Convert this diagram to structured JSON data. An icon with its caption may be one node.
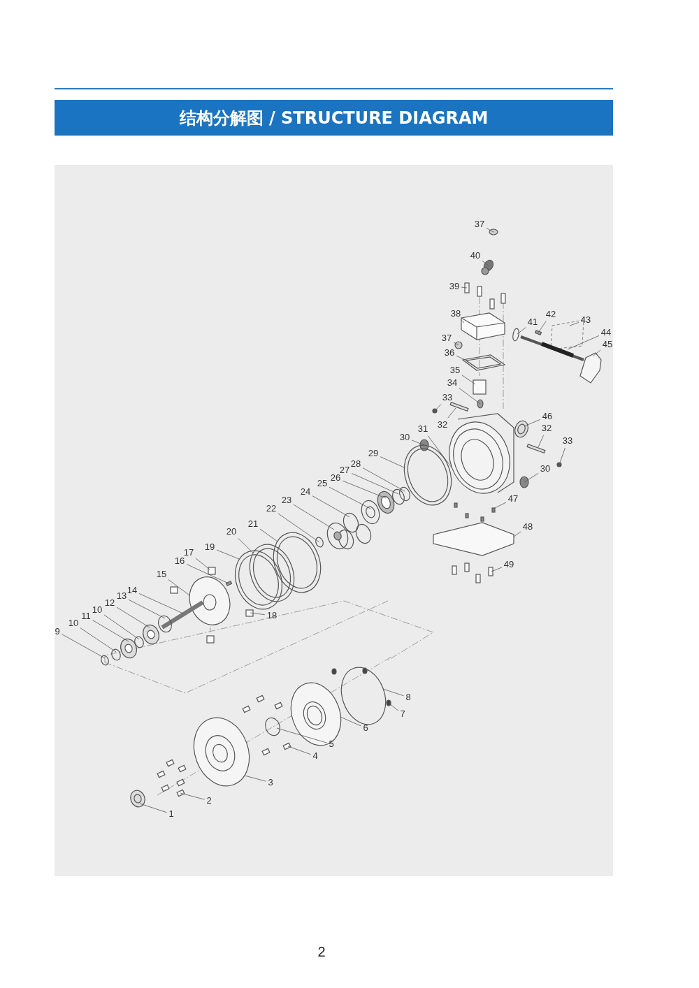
{
  "diagram": {
    "title": "结构分解图 / STRUCTURE DIAGRAM",
    "nodes": [
      {
        "text": [
          "37"
        ]
      },
      {
        "text": [
          "40"
        ]
      },
      {
        "text": [
          "39"
        ]
      },
      {
        "text": [
          "38"
        ]
      },
      {
        "text": [
          "41"
        ]
      },
      {
        "text": [
          "42"
        ]
      },
      {
        "text": [
          "43"
        ]
      },
      {
        "text": [
          "44"
        ]
      },
      {
        "text": [
          "45"
        ]
      },
      {
        "text": [
          "37"
        ]
      },
      {
        "text": [
          "36"
        ]
      },
      {
        "text": [
          "35"
        ]
      },
      {
        "text": [
          "34"
        ]
      },
      {
        "text": [
          "33"
        ]
      },
      {
        "text": [
          "32"
        ]
      },
      {
        "text": [
          "31"
        ]
      },
      {
        "text": [
          "46"
        ]
      },
      {
        "text": [
          "30"
        ]
      },
      {
        "text": [
          "32"
        ]
      },
      {
        "text": [
          "33"
        ]
      },
      {
        "text": [
          "29"
        ]
      },
      {
        "text": [
          "28"
        ]
      },
      {
        "text": [
          "27"
        ]
      },
      {
        "text": [
          "26"
        ]
      },
      {
        "text": [
          "25"
        ]
      },
      {
        "text": [
          "30"
        ]
      },
      {
        "text": [
          "24"
        ]
      },
      {
        "text": [
          "47"
        ]
      },
      {
        "text": [
          "23"
        ]
      },
      {
        "text": [
          "22"
        ]
      },
      {
        "text": [
          "21"
        ]
      },
      {
        "text": [
          "48"
        ]
      },
      {
        "text": [
          "20"
        ]
      },
      {
        "text": [
          "19"
        ]
      },
      {
        "text": [
          "17"
        ]
      },
      {
        "text": [
          "16"
        ]
      },
      {
        "text": [
          "49"
        ]
      },
      {
        "text": [
          "15"
        ]
      },
      {
        "text": [
          "14"
        ]
      },
      {
        "text": [
          "13"
        ]
      },
      {
        "text": [
          "18"
        ]
      },
      {
        "text": [
          "12"
        ]
      },
      {
        "text": [
          "10"
        ]
      },
      {
        "text": [
          "11"
        ]
      },
      {
        "text": [
          "10"
        ]
      },
      {
        "text": [
          "9"
        ]
      },
      {
        "text": [
          "8"
        ]
      },
      {
        "text": [
          "7"
        ]
      },
      {
        "text": [
          "6"
        ]
      },
      {
        "text": [
          "5"
        ]
      },
      {
        "text": [
          "4"
        ]
      },
      {
        "text": [
          "3"
        ]
      },
      {
        "text": [
          "2"
        ]
      },
      {
        "text": [
          "1"
        ]
      },
      {
        "text": [],
        "shape": "circle"
      },
      {
        "text": [],
        "shape": "circle"
      },
      {
        "text": [],
        "shape": "box"
      },
      {
        "text": [],
        "shape": "picture"
      },
      {
        "text": [],
        "shape": "circle"
      },
      {
        "text": [],
        "shape": "box"
      },
      {
        "text": [],
        "shape": "box"
      },
      {
        "text": [],
        "shape": "picture"
      },
      {
        "text": [],
        "shape": "picture"
      },
      {
        "text": [],
        "shape": "circle"
      },
      {
        "text": [],
        "shape": "box"
      },
      {
        "text": [],
        "shape": "box"
      },
      {
        "text": [],
        "shape": "circle"
      },
      {
        "text": [],
        "shape": "circle"
      },
      {
        "text": [],
        "shape": "box"
      },
      {
        "text": [],
        "shape": "picture"
      },
      {
        "text": [],
        "shape": "circle"
      },
      {
        "text": [],
        "shape": "circle"
      },
      {
        "text": [],
        "shape": "box"
      },
      {
        "text": [],
        "shape": "circle"
      },
      {
        "text": [],
        "shape": "circle"
      },
      {
        "text": [],
        "shape": "circle"
      },
      {
        "text": [],
        "shape": "circle"
      },
      {
        "text": [],
        "shape": "circle"
      },
      {
        "text": [],
        "shape": "circle"
      },
      {
        "text": [],
        "shape": "circle"
      },
      {
        "text": [],
        "shape": "circle"
      },
      {
        "text": [],
        "shape": "box"
      },
      {
        "text": [],
        "shape": "circle"
      },
      {
        "text": [],
        "shape": "circle"
      },
      {
        "text": [],
        "shape": "circle"
      },
      {
        "text": [],
        "shape": "picture"
      },
      {
        "text": [],
        "shape": "circle"
      },
      {
        "text": [],
        "shape": "circle"
      },
      {
        "text": [],
        "shape": "box"
      },
      {
        "text": [],
        "shape": "box"
      },
      {
        "text": [],
        "shape": "box"
      },
      {
        "text": [],
        "shape": "picture"
      },
      {
        "text": [],
        "shape": "bar"
      },
      {
        "text": [],
        "shape": "circle"
      },
      {
        "text": [],
        "shape": "box"
      },
      {
        "text": [],
        "shape": "circle"
      },
      {
        "text": [],
        "shape": "circle"
      },
      {
        "text": [],
        "shape": "circle"
      },
      {
        "text": [],
        "shape": "circle"
      },
      {
        "text": [],
        "shape": "circle"
      },
      {
        "text": [],
        "shape": "circle"
      },
      {
        "text": [],
        "shape": "circle"
      },
      {
        "text": [],
        "shape": "picture"
      },
      {
        "text": [],
        "shape": "circle"
      },
      {
        "text": [],
        "shape": "box"
      },
      {
        "text": [],
        "shape": "picture"
      },
      {
        "text": [],
        "shape": "box"
      },
      {
        "text": [],
        "shape": "circle"
      }
    ],
    "edges": [
      {
        "from": 0,
        "to": 54,
        "arrow": "none"
      },
      {
        "from": 1,
        "to": 55,
        "arrow": "none"
      },
      {
        "from": 2,
        "to": 56,
        "arrow": "none"
      },
      {
        "from": 3,
        "to": 57,
        "arrow": "none"
      },
      {
        "from": 4,
        "to": 58,
        "arrow": "none"
      },
      {
        "from": 5,
        "to": 59,
        "arrow": "none"
      },
      {
        "from": 6,
        "to": 60,
        "arrow": "none"
      },
      {
        "from": 7,
        "to": 61,
        "arrow": "none"
      },
      {
        "from": 8,
        "to": 62,
        "arrow": "none"
      },
      {
        "from": 9,
        "to": 63,
        "arrow": "none"
      },
      {
        "from": 10,
        "to": 64,
        "arrow": "none"
      },
      {
        "from": 11,
        "to": 65,
        "arrow": "none"
      },
      {
        "from": 12,
        "to": 66,
        "arrow": "none"
      },
      {
        "from": 13,
        "to": 67,
        "arrow": "none"
      },
      {
        "from": 14,
        "to": 68,
        "arrow": "none"
      },
      {
        "from": 15,
        "to": 69,
        "arrow": "none"
      },
      {
        "from": 16,
        "to": 70,
        "arrow": "none"
      },
      {
        "from": 17,
        "to": 71,
        "arrow": "none"
      },
      {
        "from": 18,
        "to": 72,
        "arrow": "none"
      },
      {
        "from": 19,
        "to": 73,
        "arrow": "none"
      },
      {
        "from": 20,
        "to": 74,
        "arrow": "none"
      },
      {
        "from": 21,
        "to": 75,
        "arrow": "none"
      },
      {
        "from": 22,
        "to": 76,
        "arrow": "none"
      },
      {
        "from": 23,
        "to": 77,
        "arrow": "none"
      },
      {
        "from": 24,
        "to": 78,
        "arrow": "none"
      },
      {
        "from": 25,
        "to": 79,
        "arrow": "none"
      },
      {
        "from": 26,
        "to": 80,
        "arrow": "none"
      },
      {
        "from": 27,
        "to": 81,
        "arrow": "none"
      },
      {
        "from": 28,
        "to": 82,
        "arrow": "none"
      },
      {
        "from": 29,
        "to": 83,
        "arrow": "none"
      },
      {
        "from": 30,
        "to": 84,
        "arrow": "none"
      },
      {
        "from": 31,
        "to": 85,
        "arrow": "none"
      },
      {
        "from": 32,
        "to": 86,
        "arrow": "none"
      },
      {
        "from": 33,
        "to": 87,
        "arrow": "none"
      },
      {
        "from": 34,
        "to": 88,
        "arrow": "none"
      },
      {
        "from": 35,
        "to": 89,
        "arrow": "none"
      },
      {
        "from": 36,
        "to": 90,
        "arrow": "none"
      },
      {
        "from": 37,
        "to": 91,
        "arrow": "none"
      },
      {
        "from": 38,
        "to": 92,
        "arrow": "none"
      },
      {
        "from": 39,
        "to": 93,
        "arrow": "none"
      },
      {
        "from": 40,
        "to": 94,
        "arrow": "none"
      },
      {
        "from": 41,
        "to": 95,
        "arrow": "none"
      },
      {
        "from": 42,
        "to": 96,
        "arrow": "none"
      },
      {
        "from": 43,
        "to": 97,
        "arrow": "none"
      },
      {
        "from": 44,
        "to": 98,
        "arrow": "none"
      },
      {
        "from": 45,
        "to": 99,
        "arrow": "none"
      },
      {
        "from": 46,
        "to": 100,
        "arrow": "none"
      },
      {
        "from": 47,
        "to": 101,
        "arrow": "none"
      },
      {
        "from": 48,
        "to": 102,
        "arrow": "none"
      },
      {
        "from": 49,
        "to": 103,
        "arrow": "none"
      },
      {
        "from": 50,
        "to": 104,
        "arrow": "none"
      },
      {
        "from": 51,
        "to": 105,
        "arrow": "none"
      },
      {
        "from": 52,
        "to": 106,
        "arrow": "none"
      },
      {
        "from": 53,
        "to": 107,
        "arrow": "none"
      }
    ],
    "labels": [
      "2"
    ]
  }
}
